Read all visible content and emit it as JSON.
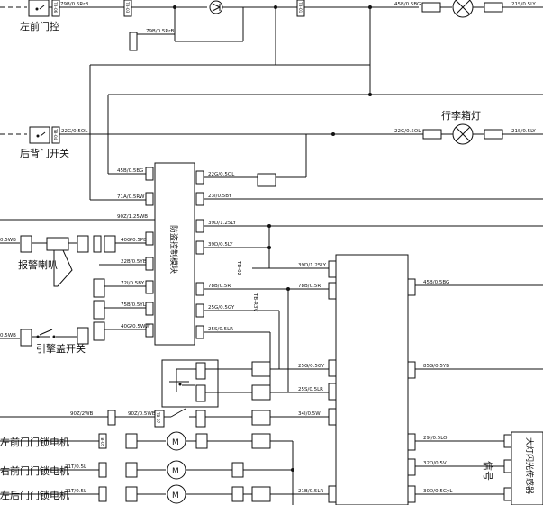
{
  "labels": {
    "left_front_door_control": "左前门控",
    "rear_door_switch": "后背门开关",
    "alarm_horn": "报警喇叭",
    "hood_switch": "引擎盖开关",
    "luggage_lamp": "行李箱灯",
    "lf_door_lock_motor": "左前门门锁电机",
    "rf_door_lock_motor": "右前门门锁电机",
    "lr_door_lock_motor": "左后门门锁电机",
    "antitheft_module": "防盗控制模块",
    "rain_sensor": "大灯闪光传感器",
    "signal": "信号"
  },
  "wires": {
    "w1": "79B/0.5RrB",
    "w2": "79B/0.5RrB",
    "w3": "45B/0.5BG",
    "w4": "21S/0.5LY",
    "w5": "22G/0.5OL",
    "w6": "22G/0.5OL",
    "w7": "21S/0.5LY",
    "w8": "45B/0.5BG",
    "w9": "71A/0.5RW",
    "w10": "22G/0.5OL",
    "w11": "23I/0.5BY",
    "w12": "90Z/1.25WB",
    "w13": "39D/1.25LY",
    "w14": "40G/0.5PB",
    "w15": "39D/0.5LY",
    "w16": "22B/0.5YB",
    "w17": "39D/1.25LY",
    "w18": "72I/0.5BY",
    "w19": "78B/0.5R",
    "w20": "78B/0.5R",
    "w21": "75B/0.5YL",
    "w22": "25G/0.5GY",
    "w23": "40G/0.5WW",
    "w24": "25S/0.5LR",
    "w25": "45B/0.5BG",
    "w26": "25G/0.5GY",
    "w27": "85G/0.5YB",
    "w28": "25S/0.5LR",
    "w29": "90Z/2WB",
    "w30": "90Z/0.5WB",
    "w31": "34I/0.5W",
    "w32": "29I/0.5LO",
    "w33": "21T/0.5L",
    "w34": "32D/0.5V",
    "w35": "21T/0.5L",
    "w36": "21B/0.5LR",
    "w37": "30D/0.5GyL",
    "w38": "0.5WB",
    "w39": "0.5WB",
    "w40": "TB-R3V"
  },
  "connectors": {
    "c1": "TB-06",
    "c2": "TB-03",
    "c3": "TB-01",
    "c4": "TB-04",
    "c5": "TB-05",
    "c6": "TB-07",
    "c7": "TB-02"
  },
  "chart_data": {
    "type": "wiring-diagram",
    "components": [
      "左前门控",
      "后背门开关",
      "报警喇叭",
      "引擎盖开关",
      "行李箱灯",
      "左前门门锁电机",
      "右前门门锁电机",
      "左后门门锁电机",
      "防盗控制模块",
      "大灯闪光传感器"
    ]
  }
}
